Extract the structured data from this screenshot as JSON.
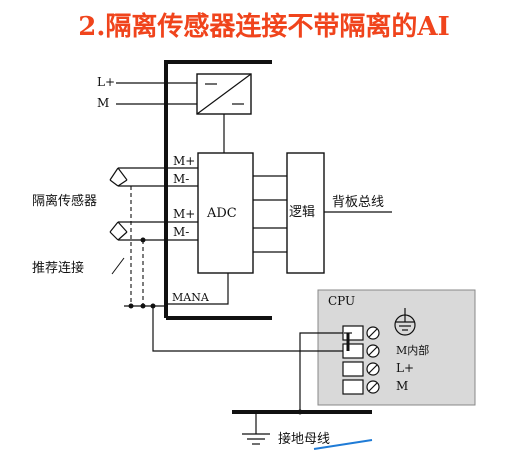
{
  "title": "2.隔离传感器连接不带隔离的AI",
  "labels": {
    "l_plus_top": "L+",
    "m_top": "M",
    "m_plus_1": "M+",
    "m_minus_1": "M-",
    "m_plus_2": "M+",
    "m_minus_2": "M-",
    "m_ana": "MANA",
    "adc": "ADC",
    "logic": "逻辑",
    "backplane_bus": "背板总线",
    "isolated_sensor": "隔离传感器",
    "recommended_connection": "推荐连接",
    "cpu": "CPU",
    "cpu_m_int": "M内部",
    "cpu_l_plus": "L+",
    "cpu_m": "M",
    "ground_bus": "接地母线"
  },
  "colors": {
    "title": "#f0441c",
    "line": "#111111",
    "cpu_panel": "#d9d9d9",
    "accent_blue": "#1f7bd6"
  },
  "icons": [
    "dc-dc-converter-icon",
    "sensor-arrow-icon",
    "terminal-screw-icon",
    "ground-symbol-icon"
  ]
}
